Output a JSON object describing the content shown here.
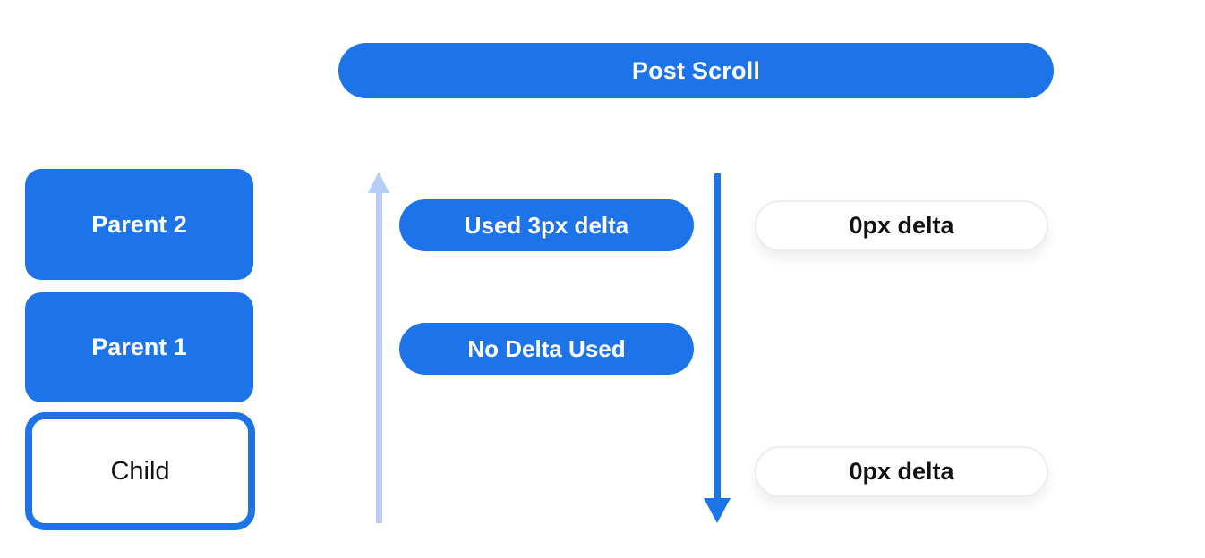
{
  "header": {
    "label": "Post Scroll"
  },
  "stack": {
    "items": [
      {
        "label": "Parent 2",
        "variant": "filled"
      },
      {
        "label": "Parent 1",
        "variant": "filled"
      },
      {
        "label": "Child",
        "variant": "outlined"
      }
    ]
  },
  "middle_pills": {
    "items": [
      {
        "label": "Used 3px delta"
      },
      {
        "label": "No Delta Used"
      }
    ]
  },
  "result_pills": {
    "items": [
      {
        "label": "0px delta"
      },
      {
        "label": "0px delta"
      }
    ]
  },
  "icons": {
    "up_arrow": "arrow-up",
    "down_arrow": "arrow-down"
  },
  "colors": {
    "primary_blue": "#1d73e8",
    "light_blue": "#b6cef7",
    "pill_border": "#ededed",
    "text_dark": "#111111",
    "text_light": "#ffffff",
    "background": "#ffffff"
  }
}
